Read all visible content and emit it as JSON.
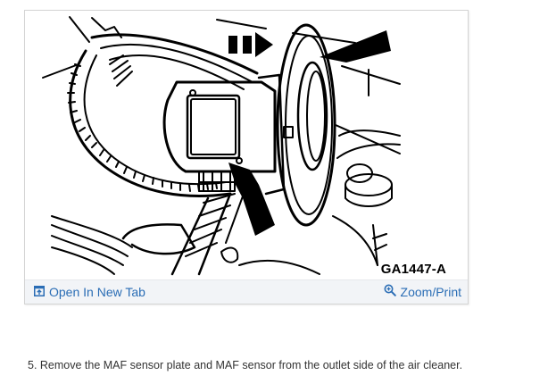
{
  "figure": {
    "code_label": "GA1447-A",
    "illustration": "MAF sensor on air cleaner outlet line drawing with arrows",
    "footer": {
      "open_tab_icon": "open-in-new-tab-icon",
      "open_tab_label": "Open In New Tab",
      "zoom_icon": "magnifier-plus-icon",
      "zoom_label": "Zoom/Print"
    }
  },
  "step": {
    "text": "5. Remove the MAF sensor plate and MAF sensor from the outlet side of the air cleaner."
  },
  "colors": {
    "link": "#2a6db5",
    "footer_bg": "#f2f4f7",
    "border": "#d4d4d4",
    "body_text": "#333333"
  }
}
